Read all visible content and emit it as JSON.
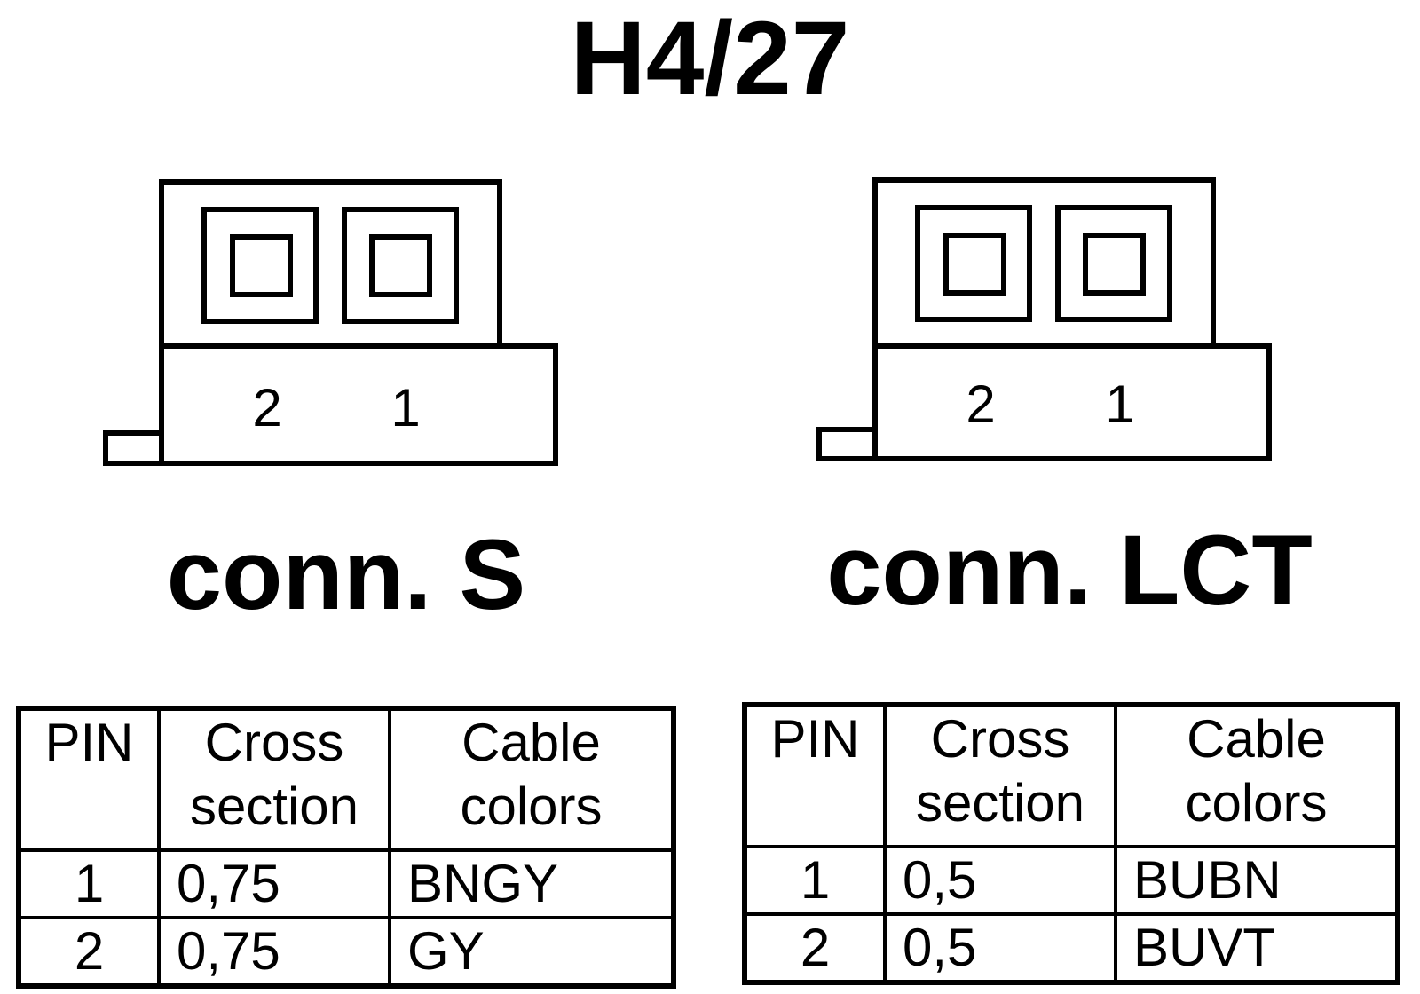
{
  "title": "H4/27",
  "connectors": [
    {
      "label": "conn. S",
      "pin_numbers": [
        "2",
        "1"
      ]
    },
    {
      "label": "conn. LCT",
      "pin_numbers": [
        "2",
        "1"
      ]
    }
  ],
  "tables": [
    {
      "headers": {
        "pin": "PIN",
        "cross_line1": "Cross",
        "cross_line2": "section",
        "cable_line1": "Cable",
        "cable_line2": "colors"
      },
      "rows": [
        {
          "pin": "1",
          "cross_section": "0,75",
          "cable_colors": "BNGY"
        },
        {
          "pin": "2",
          "cross_section": "0,75",
          "cable_colors": "GY"
        }
      ]
    },
    {
      "headers": {
        "pin": "PIN",
        "cross_line1": "Cross",
        "cross_line2": "section",
        "cable_line1": "Cable",
        "cable_line2": "colors"
      },
      "rows": [
        {
          "pin": "1",
          "cross_section": "0,5",
          "cable_colors": "BUBN"
        },
        {
          "pin": "2",
          "cross_section": "0,5",
          "cable_colors": "BUVT"
        }
      ]
    }
  ]
}
